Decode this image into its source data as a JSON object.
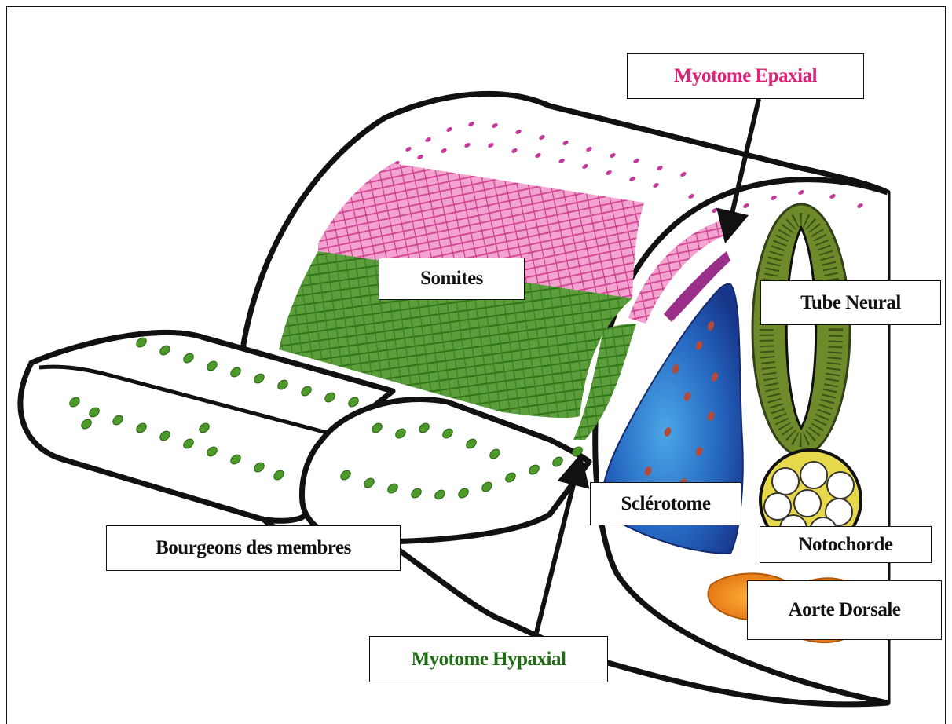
{
  "labels": {
    "myotome_epaxial": "Myotome Epaxial",
    "somites": "Somites",
    "tube_neural": "Tube Neural",
    "sclerotome": "Sclérotome",
    "notochorde": "Notochorde",
    "bourgeons": "Bourgeons des membres",
    "aorte_dorsale": "Aorte Dorsale",
    "myotome_hypaxial": "Myotome Hypaxial"
  },
  "colors": {
    "epaxial_text": "#e0217a",
    "hypaxial_text": "#1f6e14",
    "myotome_pink": "#e060a8",
    "myotome_green": "#3d8c2a",
    "sclerotome_blue": "#2a63b8",
    "neural_tube_olive": "#6e8a2a",
    "aorta_orange": "#f08a1c",
    "notochord_yellow": "#e6d84a"
  }
}
